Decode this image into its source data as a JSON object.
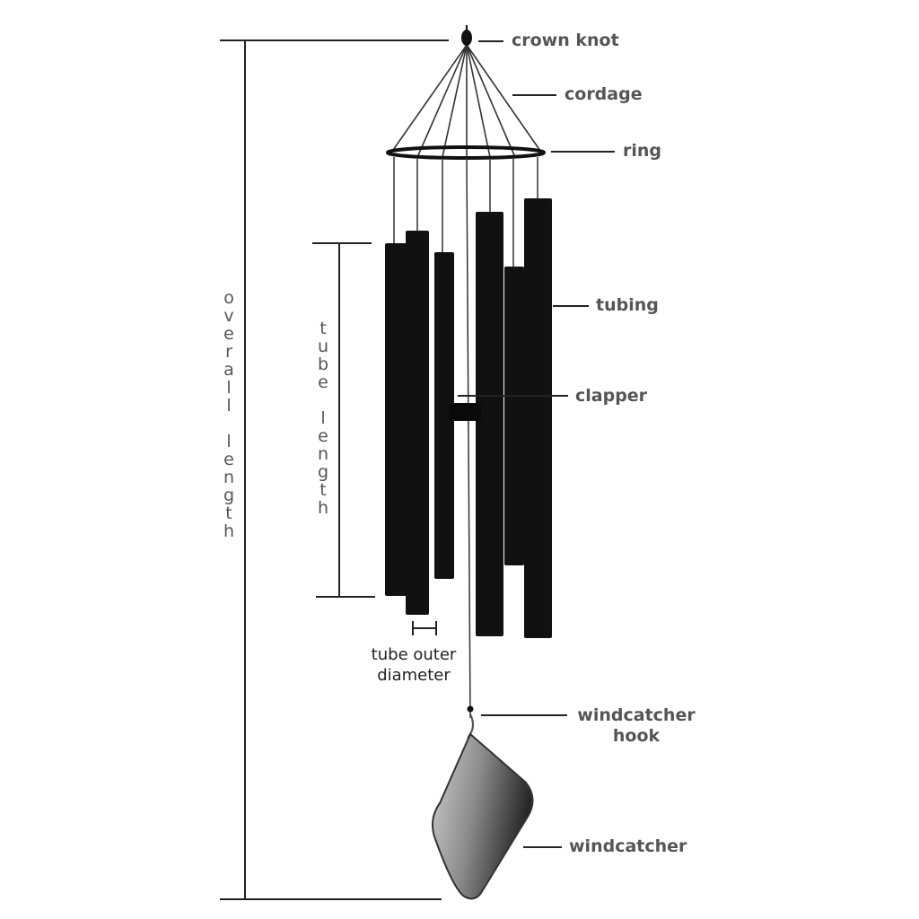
{
  "labels": {
    "crown_knot": "crown knot",
    "cordage": "cordage",
    "ring": "ring",
    "tubing": "tubing",
    "clapper": "clapper",
    "tube_outer_diameter_line1": "tube outer",
    "tube_outer_diameter_line2": "diameter",
    "windcatcher_hook_line1": "windcatcher",
    "windcatcher_hook_line2": "hook",
    "windcatcher": "windcatcher",
    "overall_length": "overall length",
    "tube_length": "tube length"
  },
  "colors": {
    "tube": "#111111",
    "line": "#222222",
    "label": "#555555",
    "sail_light": "#c8c8c8",
    "sail_dark": "#2a2a2a"
  }
}
